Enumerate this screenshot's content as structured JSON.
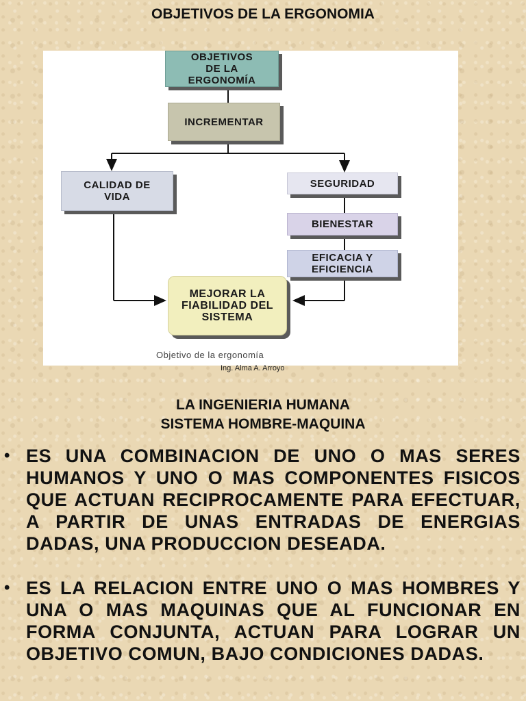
{
  "title": "OBJETIVOS DE LA ERGONOMIA",
  "diagram": {
    "objetivos": "OBJETIVOS\nDE LA\nERGONOMÍA",
    "incrementar": "INCREMENTAR",
    "calidad": "CALIDAD DE\nVIDA",
    "seguridad": "SEGURIDAD",
    "bienestar": "BIENESTAR",
    "eficacia": "EFICACIA Y\nEFICIENCIA",
    "mejorar": "MEJORAR LA\nFIABILIDAD DEL\nSISTEMA",
    "caption": "Objetivo de la ergonomía"
  },
  "credit": "Ing. Alma A. Arroyo",
  "subheading": {
    "line1": "LA INGENIERIA HUMANA",
    "line2": "SISTEMA HOMBRE-MAQUINA"
  },
  "bullets": [
    {
      "marker": "•",
      "text": "ES UNA COMBINACION DE UNO O MAS SERES HUMANOS Y UNO O MAS COMPONENTES FISICOS QUE ACTUAN RECIPROCAMENTE PARA EFECTUAR, A PARTIR DE UNAS ENTRADAS DE ENERGIAS DADAS, UNA PRODUCCION DESEADA."
    },
    {
      "marker": "•",
      "text": "ES LA RELACION ENTRE UNO O MAS HOMBRES Y UNA O MAS MAQUINAS QUE AL FUNCIONAR EN FORMA CONJUNTA, ACTUAN PARA LOGRAR UN OBJETIVO COMUN, BAJO CONDICIONES DADAS."
    }
  ]
}
